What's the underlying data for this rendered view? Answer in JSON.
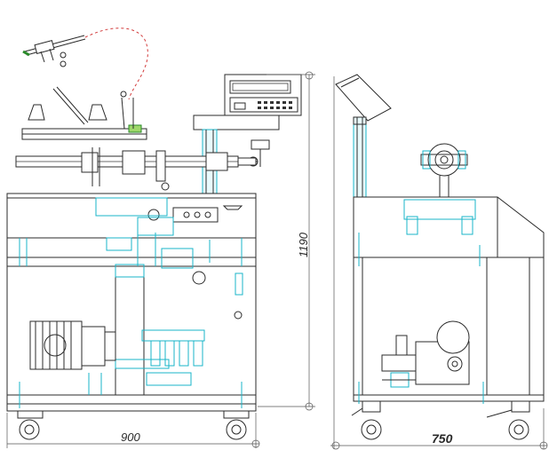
{
  "dimensions": {
    "height_label": "1190",
    "width_front_label": "900",
    "width_side_label": "750"
  },
  "colors": {
    "line": "#2b2b2b",
    "hidden_components": "#19b6c9",
    "hose": "#d23a3a",
    "nozzle": "#9fd86b"
  }
}
